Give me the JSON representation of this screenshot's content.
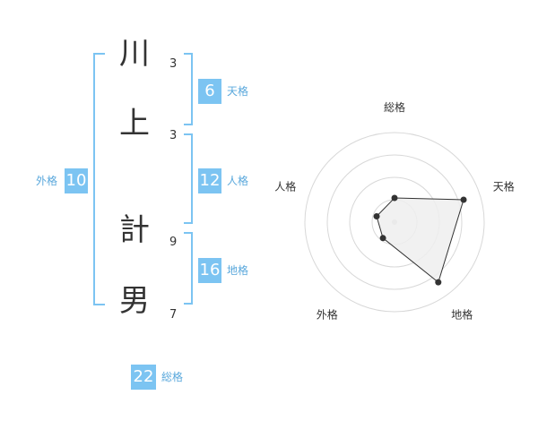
{
  "name": {
    "chars": [
      {
        "char": "川",
        "strokes": "3"
      },
      {
        "char": "上",
        "strokes": "3"
      },
      {
        "char": "計",
        "strokes": "9"
      },
      {
        "char": "男",
        "strokes": "7"
      }
    ]
  },
  "kakusu": {
    "ten": {
      "value": "6",
      "label": "天格"
    },
    "jin": {
      "value": "12",
      "label": "人格"
    },
    "chi": {
      "value": "16",
      "label": "地格"
    },
    "gai": {
      "value": "10",
      "label": "外格"
    },
    "sou": {
      "value": "22",
      "label": "総格"
    }
  },
  "colors": {
    "accent": "#7cc4f2",
    "label": "#5aa8dc",
    "ring": "#d8d8d8",
    "fill": "#eeeeee"
  },
  "chart_data": {
    "type": "radar",
    "axes": [
      "総格",
      "天格",
      "地格",
      "外格",
      "人格"
    ],
    "values": [
      0.27,
      0.81,
      0.83,
      0.22,
      0.21
    ],
    "range": [
      0,
      1
    ],
    "rings": 4
  }
}
